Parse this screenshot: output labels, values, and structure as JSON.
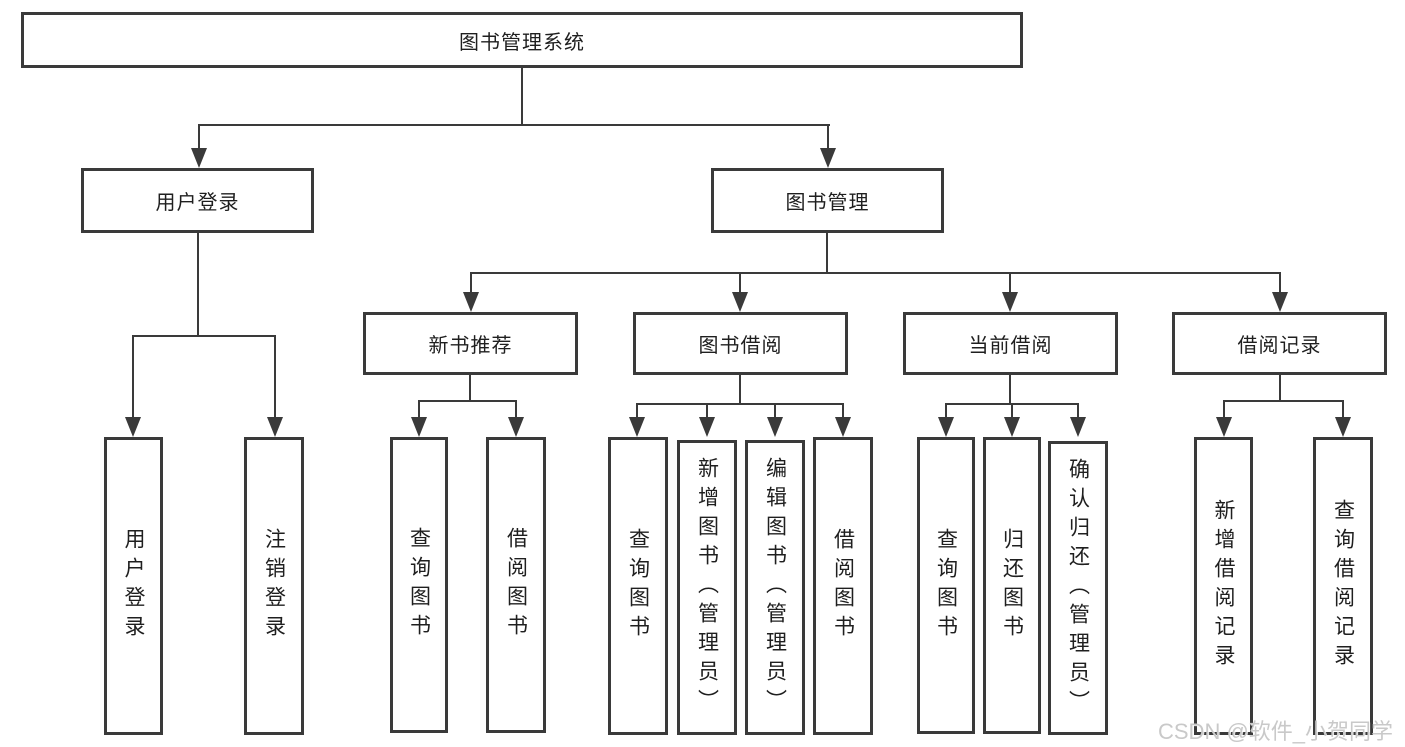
{
  "tree": {
    "label": "图书管理系统",
    "children": [
      {
        "label": "用户登录",
        "children": [
          {
            "label": "用户登录"
          },
          {
            "label": "注销登录"
          }
        ]
      },
      {
        "label": "图书管理",
        "children": [
          {
            "label": "新书推荐",
            "children": [
              {
                "label": "查询图书"
              },
              {
                "label": "借阅图书"
              }
            ]
          },
          {
            "label": "图书借阅",
            "children": [
              {
                "label": "查询图书"
              },
              {
                "label": "新增图书（管理员）"
              },
              {
                "label": "编辑图书（管理员）"
              },
              {
                "label": "借阅图书"
              }
            ]
          },
          {
            "label": "当前借阅",
            "children": [
              {
                "label": "查询图书"
              },
              {
                "label": "归还图书"
              },
              {
                "label": "确认归还（管理员）"
              }
            ]
          },
          {
            "label": "借阅记录",
            "children": [
              {
                "label": "新增借阅记录"
              },
              {
                "label": "查询借阅记录"
              }
            ]
          }
        ]
      }
    ]
  },
  "watermark": {
    "text": "CSDN @软件_小贺同学"
  },
  "colors": {
    "line": "#3a3a3a",
    "text": "#1f1f1f",
    "background": "#ffffff",
    "watermark": "#c9c9c9"
  }
}
